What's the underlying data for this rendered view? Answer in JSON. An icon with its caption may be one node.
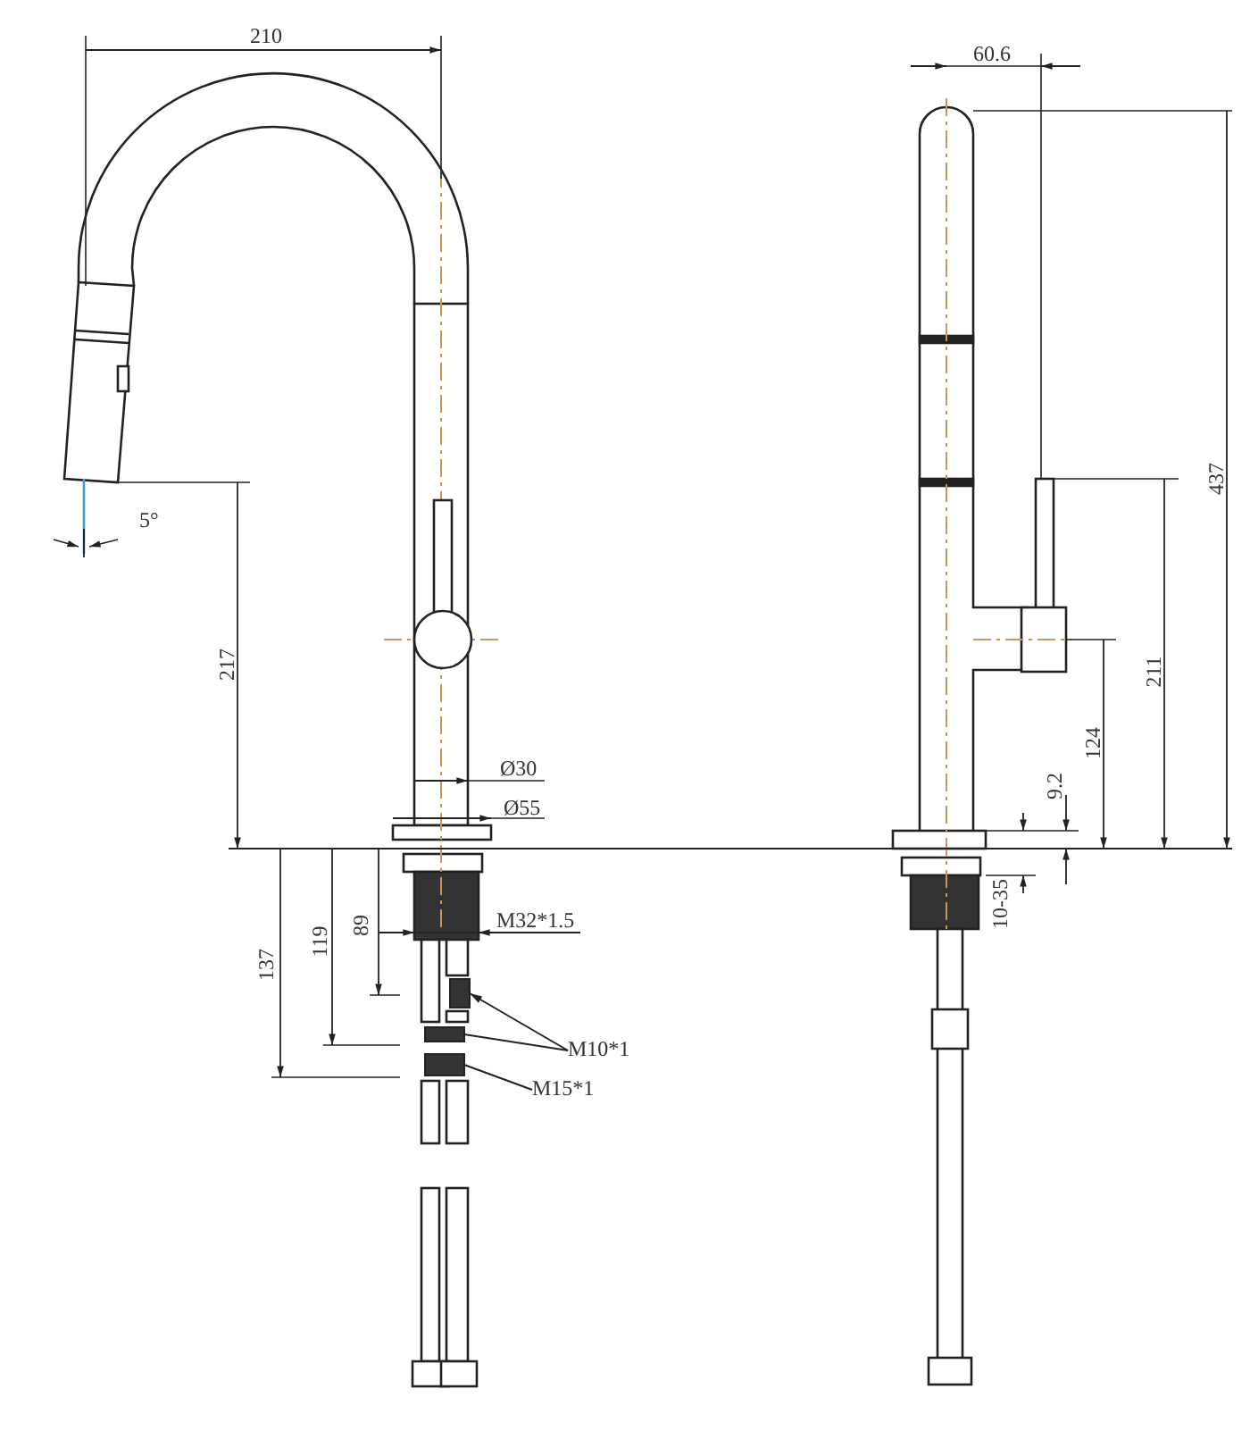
{
  "diagram": {
    "nodes": [
      {
        "text": [
          "M10*1"
        ]
      },
      {
        "text": [],
        "shape": "box"
      },
      {
        "text": [],
        "shape": "box"
      },
      {
        "text": [
          "M15*1"
        ]
      },
      {
        "text": [],
        "shape": "box"
      }
    ],
    "edges": [
      {
        "from": 0,
        "to": 1,
        "arrow": "to"
      },
      {
        "from": 0,
        "to": 2,
        "arrow": "none"
      },
      {
        "from": 3,
        "to": 4,
        "arrow": "none"
      }
    ],
    "labels": [
      "210",
      "5°",
      "217",
      "Ø30",
      "Ø55",
      "M32*1.5",
      "137",
      "119",
      "89",
      "60.6",
      "437",
      "211",
      "124",
      "9.2",
      "10-35"
    ]
  }
}
